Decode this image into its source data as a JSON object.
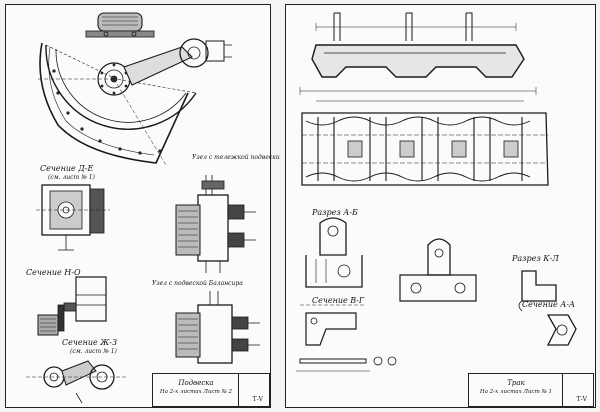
{
  "left_sheet": {
    "labels": {
      "section_de": "Сечение Д-Е",
      "section_de_ref": "(см. лист № 1)",
      "section_zh_z": "Сечение Ж-З",
      "section_zh_z_ref": "(см. лист № 1)",
      "section_n_o": "Сечение Н-О",
      "node_balancer_top": "Узел с тележкой подвески",
      "node_balancer_bottom": "Узел с подвеской Балансира"
    },
    "title_block": {
      "title": "Подвеска",
      "subtitle": "На 2-х листах  Лист № 2",
      "code": "Т-V"
    }
  },
  "right_sheet": {
    "labels": {
      "section_ab": "Разрез А-Б",
      "section_kl": "Разрез К-Л",
      "section_vg": "Сечение В-Г",
      "section_aa": "Сечение А-А"
    },
    "title_block": {
      "title": "Трак",
      "subtitle": "На 2-х листах  Лист № 1",
      "code": "Т-V"
    }
  }
}
